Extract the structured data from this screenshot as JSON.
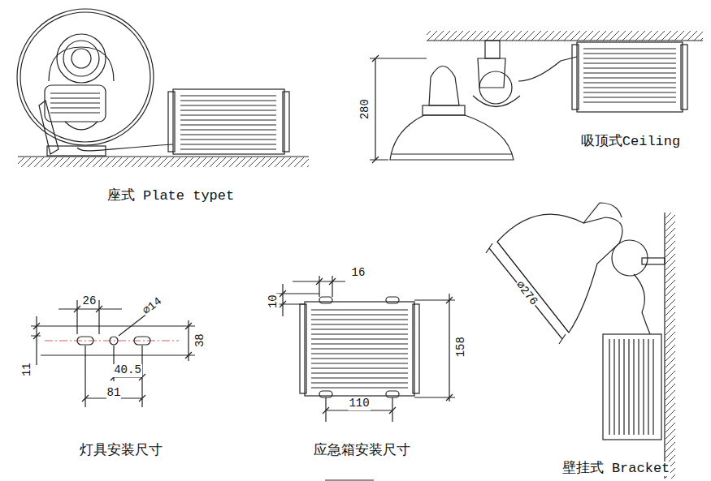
{
  "diagram": {
    "labels": [
      "座式 Plate typet",
      "吸顶式Ceiling",
      "280",
      "灯具安装尺寸",
      "26",
      "⌀14",
      "38",
      "11",
      "40.5",
      "81",
      "应急箱安装尺寸",
      "16",
      "10",
      "158",
      "110",
      "⌀276",
      "壁挂式 Bracket"
    ]
  }
}
